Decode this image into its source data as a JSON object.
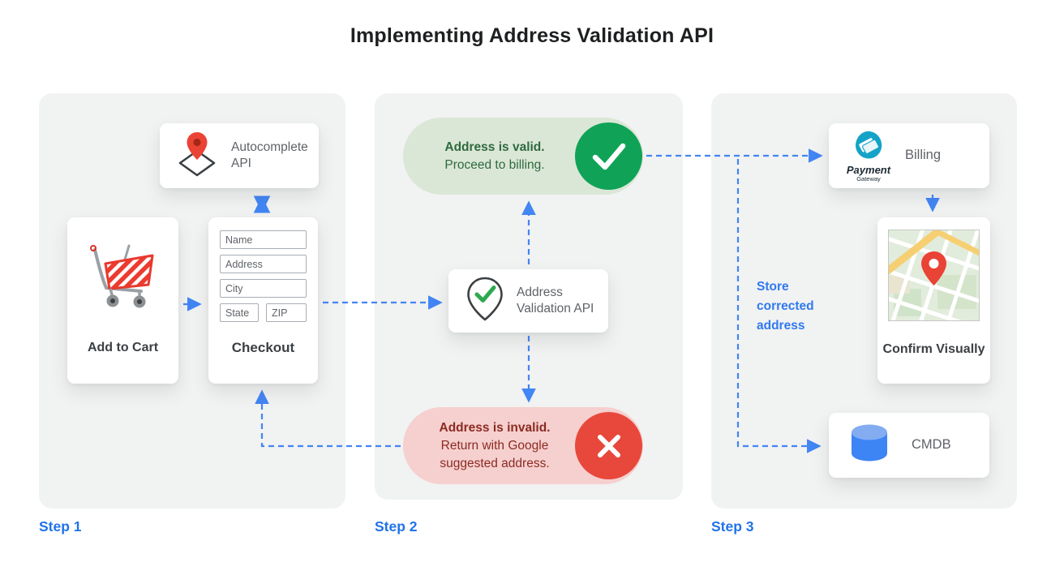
{
  "title": "Implementing Address Validation API",
  "colors": {
    "arrow_blue": "#4285f4",
    "step_label_blue": "#2173e8",
    "valid_green": "#10a357",
    "invalid_red": "#e8483b",
    "valid_pill_bg": "#dbe7d6",
    "invalid_pill_bg": "#f5d0cf",
    "panel_bg": "#f1f2f2"
  },
  "step1": {
    "label": "Step 1",
    "autocomplete_api": {
      "label": "Autocomplete API"
    },
    "add_to_cart": {
      "label": "Add to Cart"
    },
    "checkout": {
      "label": "Checkout",
      "fields": {
        "name": "Name",
        "address": "Address",
        "city": "City",
        "state": "State",
        "zip": "ZIP"
      }
    }
  },
  "step2": {
    "label": "Step 2",
    "valid": {
      "title": "Address is valid.",
      "subtitle": "Proceed to billing."
    },
    "validation_api": {
      "label": "Address Validation API"
    },
    "invalid": {
      "title": "Address is invalid.",
      "subtitle": "Return with Google suggested address."
    }
  },
  "step3": {
    "label": "Step 3",
    "billing": {
      "label": "Billing",
      "logo_line1": "Payment",
      "logo_line2": "Gateway"
    },
    "confirm": {
      "label": "Confirm Visually"
    },
    "cmdb": {
      "label": "CMDB"
    },
    "note": "Store corrected address"
  }
}
